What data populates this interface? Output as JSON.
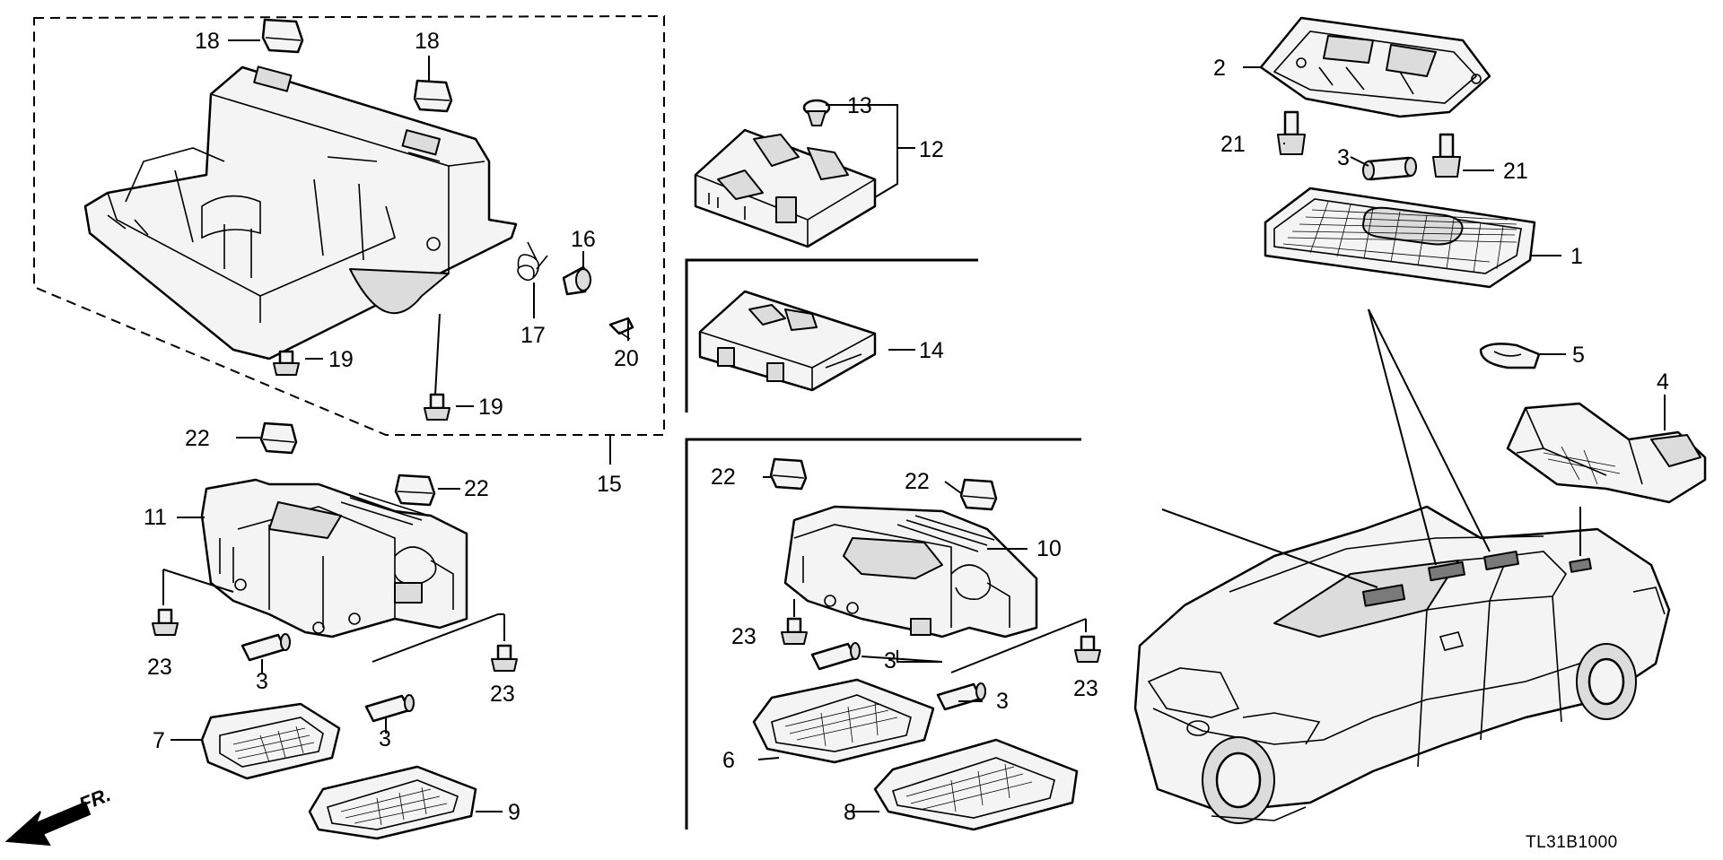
{
  "diagram_code": "TL31B1000",
  "direction_label": "FR.",
  "callouts": {
    "c18a": "18",
    "c18b": "18",
    "c13": "13",
    "c12": "12",
    "c16": "16",
    "c17": "17",
    "c20": "20",
    "c19a": "19",
    "c19b": "19",
    "c15": "15",
    "c14": "14",
    "c22a": "22",
    "c22b": "22",
    "c11": "11",
    "c23a": "23",
    "c3a": "3",
    "c3b": "3",
    "c23b": "23",
    "c7": "7",
    "c9": "9",
    "c22c": "22",
    "c22d": "22",
    "c10": "10",
    "c23c": "23",
    "c3c": "3",
    "c3d": "3",
    "c23d": "23",
    "c6": "6",
    "c8": "8",
    "c2": "2",
    "c21a": "21",
    "c3e": "3",
    "c21b": "21",
    "c1": "1",
    "c5": "5",
    "c4": "4"
  }
}
